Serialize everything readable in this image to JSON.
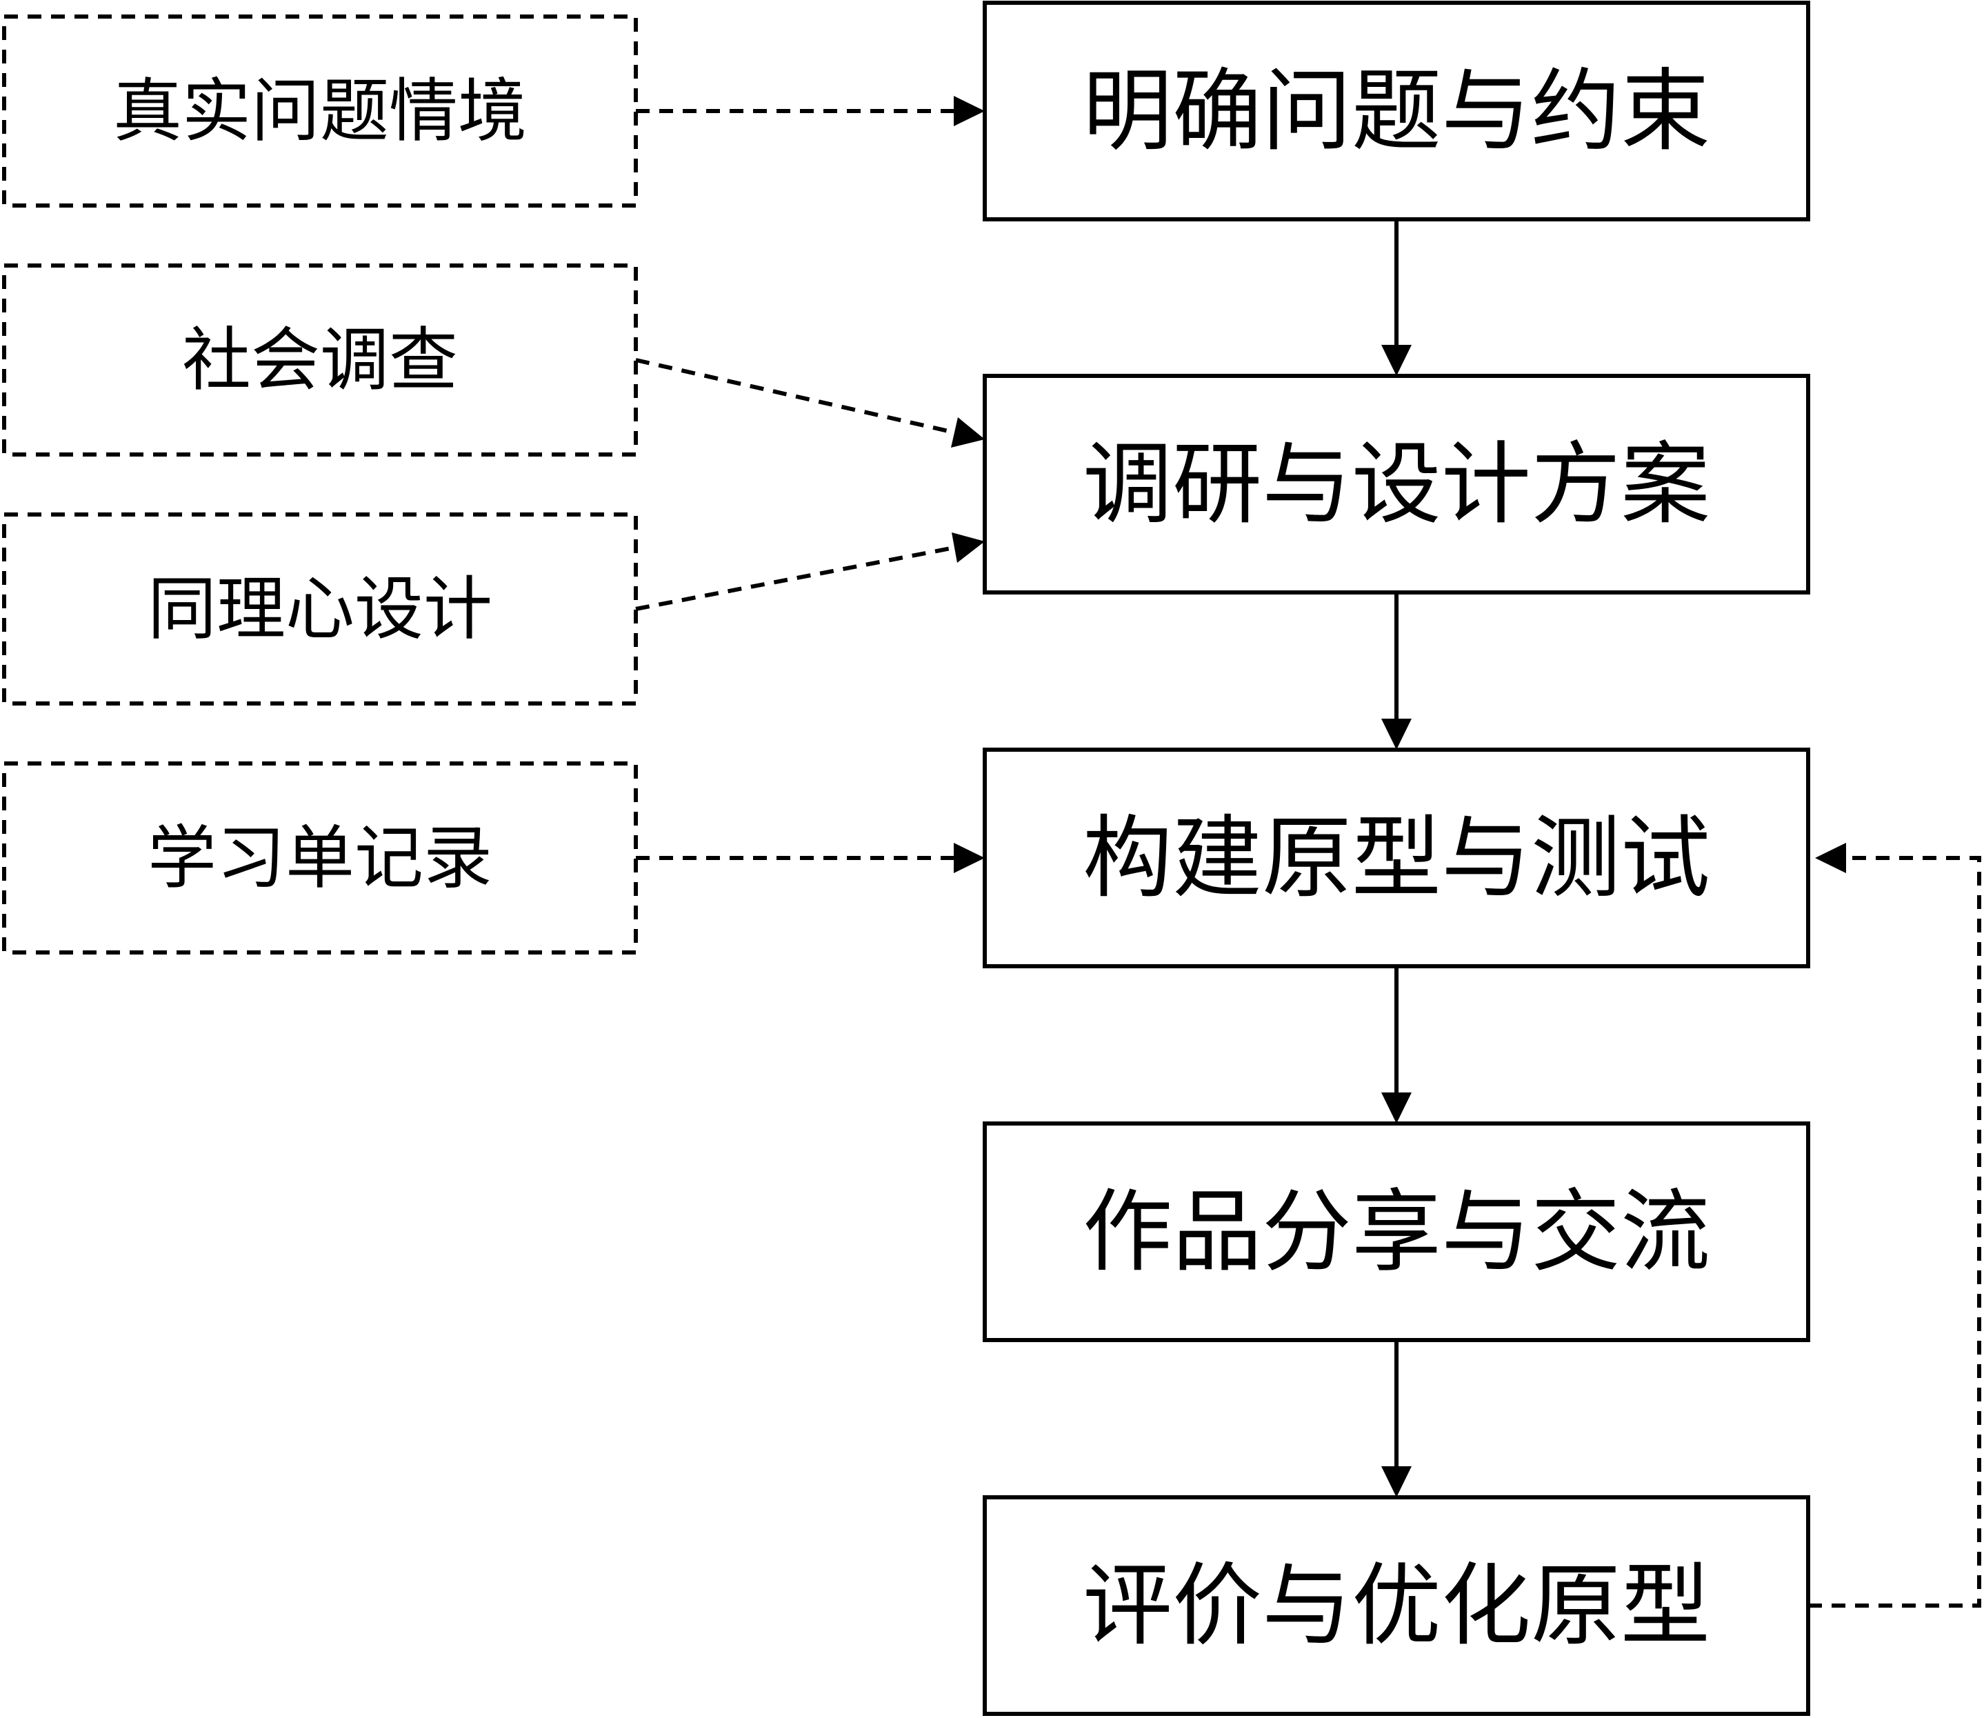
{
  "main_steps": [
    {
      "label": "明确问题与约束"
    },
    {
      "label": "调研与设计方案"
    },
    {
      "label": "构建原型与测试"
    },
    {
      "label": "作品分享与交流"
    },
    {
      "label": "评价与优化原型"
    }
  ],
  "support_items": [
    {
      "label": "真实问题情境",
      "target_step": 0
    },
    {
      "label": "社会调查",
      "target_step": 1
    },
    {
      "label": "同理心设计",
      "target_step": 1
    },
    {
      "label": "学习单记录",
      "target_step": 2
    }
  ],
  "feedback_loop": {
    "from_step": 4,
    "to_step": 2
  },
  "colors": {
    "stroke": "#000000",
    "background": "#ffffff",
    "text": "#000000"
  }
}
